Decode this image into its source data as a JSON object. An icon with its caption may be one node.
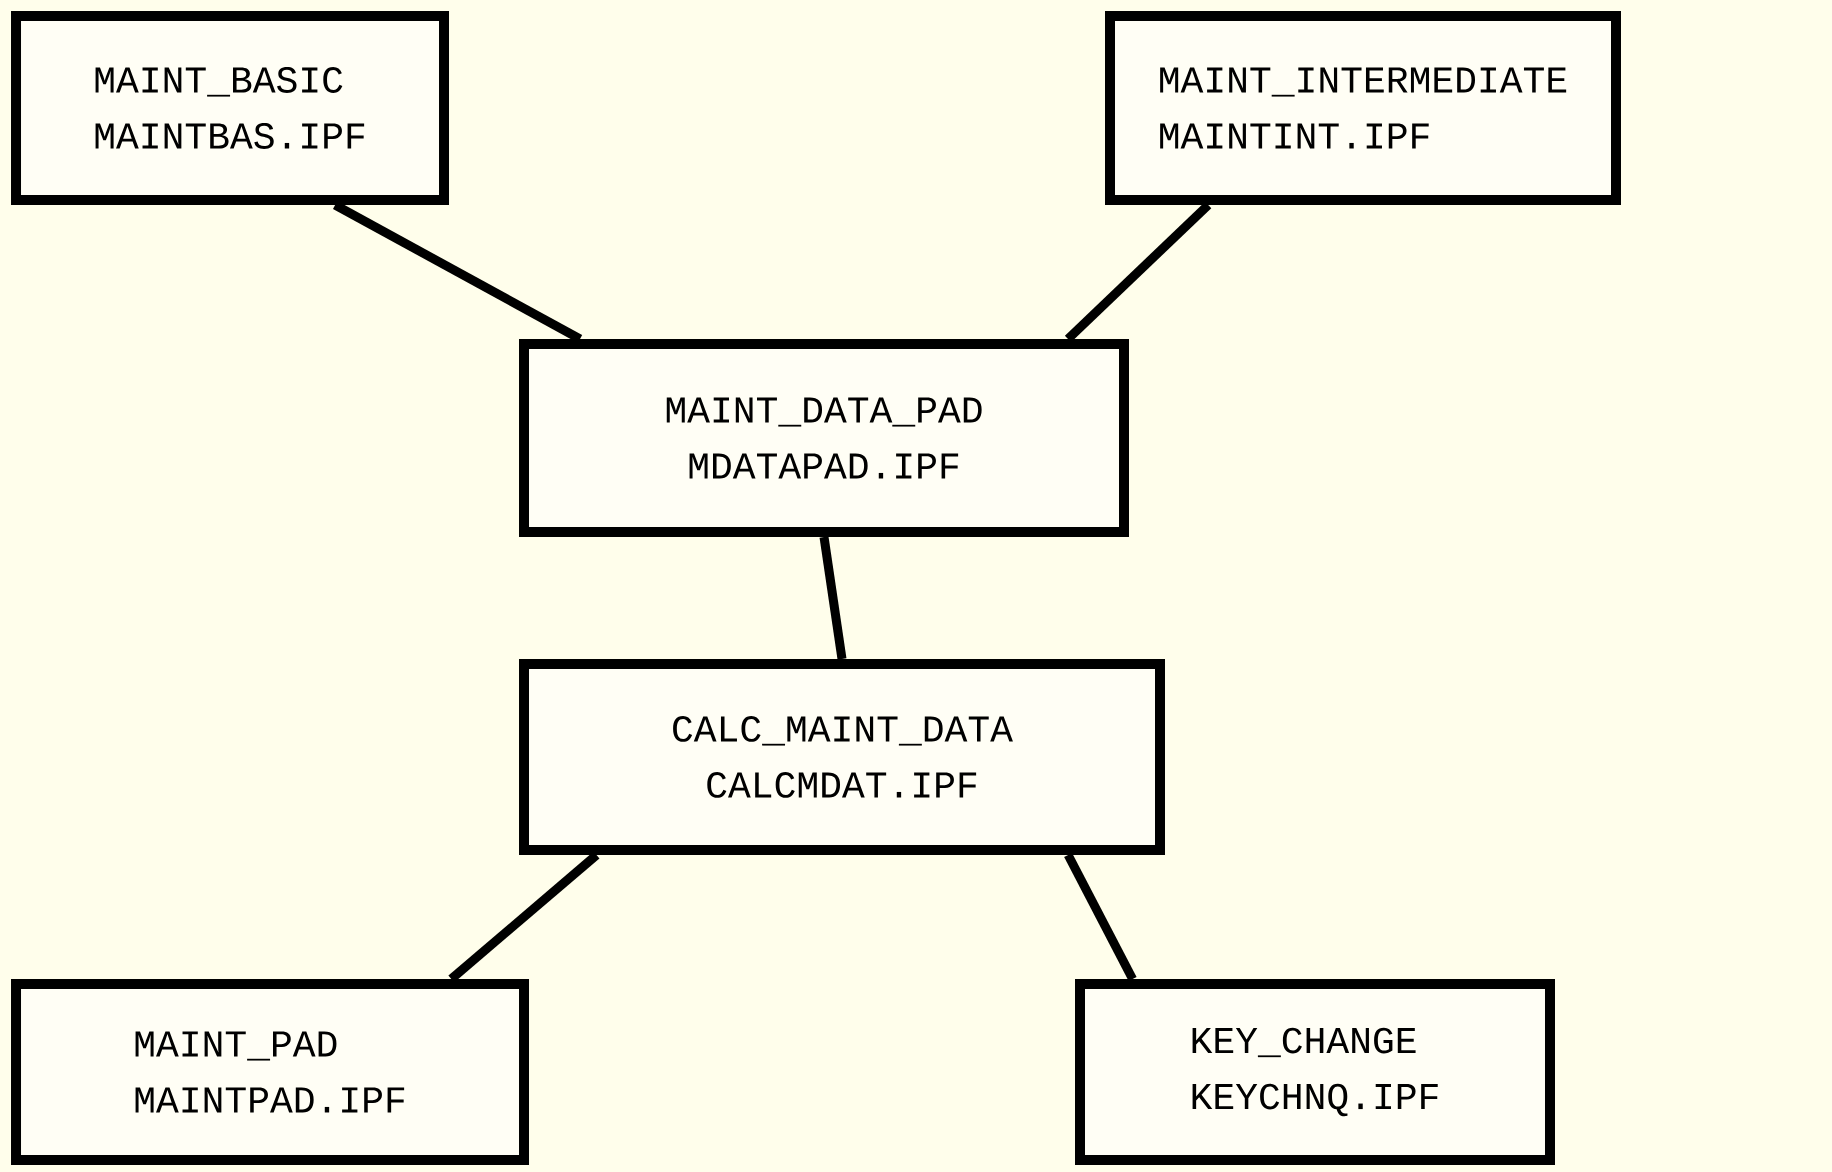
{
  "diagram": {
    "nodes": [
      {
        "text": [
          "MAINT_BASIC",
          "MAINTBAS.IPF"
        ]
      },
      {
        "text": [
          "MAINT_INTERMEDIATE",
          "MAINTINT.IPF"
        ]
      },
      {
        "text": [
          "MAINT_DATA_PAD",
          "MDATAPAD.IPF"
        ]
      },
      {
        "text": [
          "CALC_MAINT_DATA",
          "CALCMDAT.IPF"
        ]
      },
      {
        "text": [
          "MAINT_PAD",
          "MAINTPAD.IPF"
        ]
      },
      {
        "text": [
          "KEY_CHANGE",
          "KEYCHNQ.IPF"
        ]
      }
    ],
    "edges": [
      {
        "from": 0,
        "to": 2,
        "arrow": "none"
      },
      {
        "from": 1,
        "to": 2,
        "arrow": "none"
      },
      {
        "from": 2,
        "to": 3,
        "arrow": "none"
      },
      {
        "from": 3,
        "to": 4,
        "arrow": "none"
      },
      {
        "from": 3,
        "to": 5,
        "arrow": "none"
      }
    ]
  }
}
